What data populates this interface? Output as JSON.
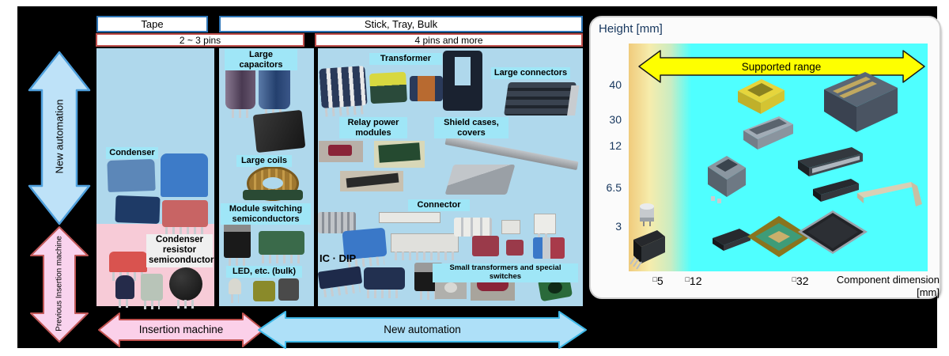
{
  "headers": {
    "tape": "Tape",
    "stick_tray_bulk": "Stick, Tray, Bulk",
    "pins_2_3": "2 ~ 3 pins",
    "pins_4_more": "4 pins and more"
  },
  "arrows": {
    "new_automation_vertical": "New automation",
    "previous_insertion_vertical": "Previous Insertion machine",
    "insertion_machine_horizontal": "Insertion machine",
    "new_automation_horizontal": "New automation"
  },
  "labels": {
    "condenser": "Condenser",
    "condenser_resistor_semiconductor": "Condenser resistor semiconductor",
    "large_capacitors": "Large capacitors",
    "large_coils": "Large coils",
    "module_switching_semiconductors": "Module switching semiconductors",
    "led_etc_bulk": "LED, etc. (bulk)",
    "transformer": "Transformer",
    "large_connectors": "Large connectors",
    "relay_power_modules": "Relay power modules",
    "shield_cases_covers": "Shield cases, covers",
    "connector": "Connector",
    "ic_dip": "IC · DIP",
    "small_transformers_switches": "Small transformers and special switches"
  },
  "chart": {
    "height_label": "Height [mm]",
    "supported_range": "Supported range",
    "y_ticks": [
      "40",
      "30",
      "12",
      "6.5",
      "3"
    ],
    "square_symbol": "□",
    "x_ticks": [
      "5",
      "12",
      "32"
    ],
    "x_axis_line1": "Component dimension",
    "x_axis_line2": "[mm]"
  },
  "colors": {
    "panel_blue": "#AFD8EC",
    "label_cyan": "#9FE6F7",
    "pink_zone": "#F7CBD7",
    "chart_cyan": "#4FFFFF",
    "supported_range_yellow": "#FEFF00",
    "header_blue_border": "#2E75B6",
    "header_red_border": "#C0504D",
    "arrow_blue_fill": "#BEE2F8",
    "arrow_pink_fill": "#F9D3EE",
    "navy_text": "#17375E"
  },
  "chart_data": {
    "type": "scatter",
    "title": "Supported range",
    "ylabel": "Height [mm]",
    "xlabel": "Component dimension [mm]",
    "y_ticks": [
      3,
      6.5,
      12,
      30,
      40
    ],
    "x_tick_labels": [
      "□5",
      "□12",
      "□32"
    ],
    "legend_position": "none",
    "grid": false,
    "items": [
      {
        "name": "aluminum electrolytic capacitor",
        "approx_dimension_mm": 5,
        "approx_height_mm": 6.5
      },
      {
        "name": "power transistor",
        "approx_dimension_mm": 5,
        "approx_height_mm": 3
      },
      {
        "name": "RJ45 modular jack",
        "approx_dimension_mm": 12,
        "approx_height_mm": 12
      },
      {
        "name": "yellow board connector",
        "approx_dimension_mm": 20,
        "approx_height_mm": 40
      },
      {
        "name": "D-sub connector",
        "approx_dimension_mm": 20,
        "approx_height_mm": 30
      },
      {
        "name": "large shrouded connector",
        "approx_dimension_mm": 32,
        "approx_height_mm": 40
      },
      {
        "name": "long pin-header connector",
        "approx_dimension_mm": 32,
        "approx_height_mm": 12
      },
      {
        "name": "card-edge connector",
        "approx_dimension_mm": 32,
        "approx_height_mm": 8
      },
      {
        "name": "beige right-angle connector",
        "approx_dimension_mm": 40,
        "approx_height_mm": 8
      },
      {
        "name": "small molded chip",
        "approx_dimension_mm": 12,
        "approx_height_mm": 3
      },
      {
        "name": "PGA package",
        "approx_dimension_mm": 20,
        "approx_height_mm": 3
      },
      {
        "name": "QFP with gull-wing leads",
        "approx_dimension_mm": 32,
        "approx_height_mm": 3
      }
    ]
  }
}
